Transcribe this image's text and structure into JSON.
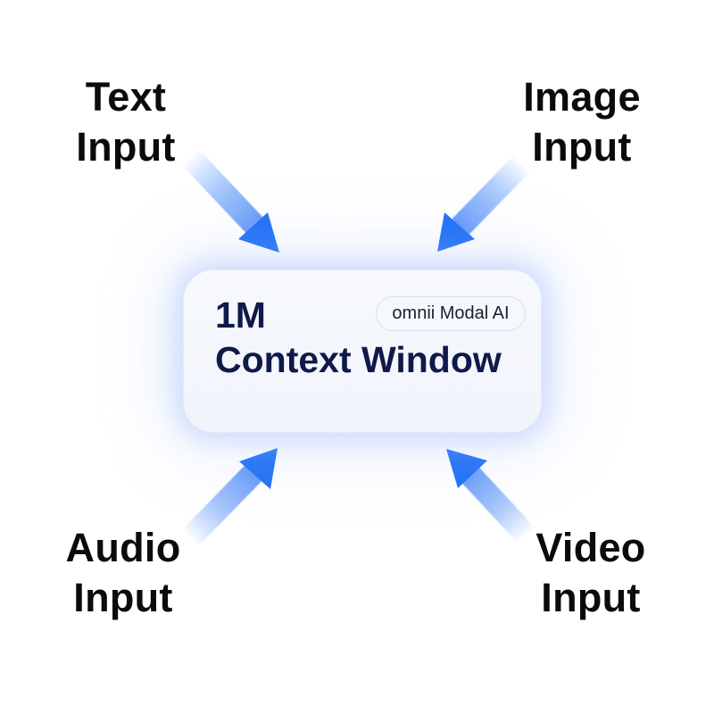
{
  "diagram": {
    "center": {
      "title_line1": "1M",
      "title_line2": "Context Window",
      "badge": "omnii Modal AI"
    },
    "inputs": [
      {
        "id": "text",
        "line1": "Text",
        "line2": "Input"
      },
      {
        "id": "image",
        "line1": "Image",
        "line2": "Input"
      },
      {
        "id": "audio",
        "line1": "Audio",
        "line2": "Input"
      },
      {
        "id": "video",
        "line1": "Video",
        "line2": "Input"
      }
    ],
    "colors": {
      "arrow": "#1d6ef6",
      "arrow_tail": "#c9dafc",
      "title_text": "#0f1a4a",
      "label_text": "#0b0b0b",
      "card_glow": "#96b6fa"
    }
  }
}
